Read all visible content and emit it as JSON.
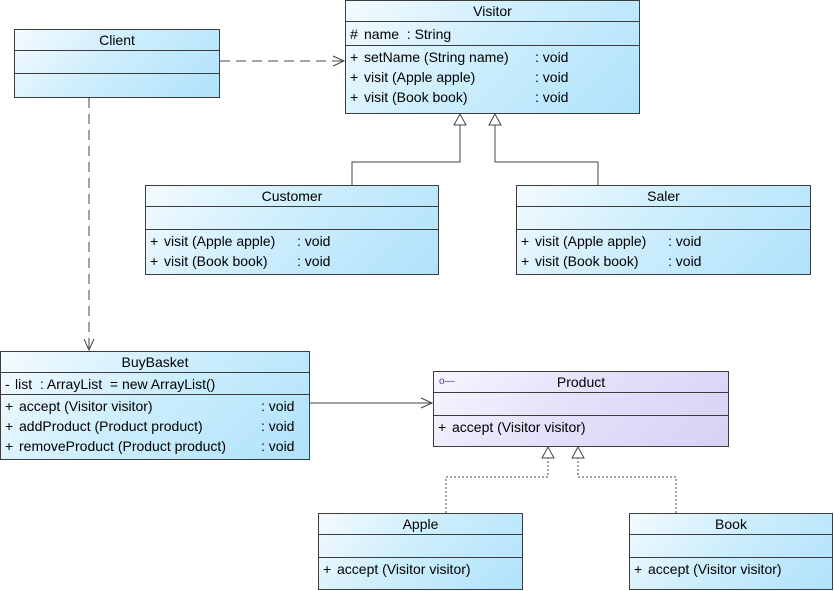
{
  "diagram": {
    "type": "UML class diagram",
    "classes": {
      "client": {
        "name": "Client",
        "attributes": [],
        "operations": []
      },
      "visitor": {
        "name": "Visitor",
        "attributes": [
          {
            "vis": "#",
            "sig": "name  : String"
          }
        ],
        "operations": [
          {
            "vis": "+",
            "sig": "setName (String name)",
            "ret": ": void"
          },
          {
            "vis": "+",
            "sig": "visit (Apple apple)",
            "ret": ": void"
          },
          {
            "vis": "+",
            "sig": "visit (Book book)",
            "ret": ": void"
          }
        ]
      },
      "customer": {
        "name": "Customer",
        "attributes": [],
        "operations": [
          {
            "vis": "+",
            "sig": "visit (Apple apple)",
            "ret": ": void"
          },
          {
            "vis": "+",
            "sig": "visit (Book book)",
            "ret": ": void"
          }
        ]
      },
      "saler": {
        "name": "Saler",
        "attributes": [],
        "operations": [
          {
            "vis": "+",
            "sig": "visit (Apple apple)",
            "ret": ": void"
          },
          {
            "vis": "+",
            "sig": "visit (Book book)",
            "ret": ": void"
          }
        ]
      },
      "buybasket": {
        "name": "BuyBasket",
        "attributes": [
          {
            "vis": "-",
            "sig": "list  : ArrayList  = new ArrayList()"
          }
        ],
        "operations": [
          {
            "vis": "+",
            "sig": "accept (Visitor visitor)",
            "ret": ": void"
          },
          {
            "vis": "+",
            "sig": "addProduct (Product product)",
            "ret": ": void"
          },
          {
            "vis": "+",
            "sig": "removeProduct (Product product)",
            "ret": ": void"
          }
        ]
      },
      "product": {
        "name": "Product",
        "stereotype_icon": "interface-lollipop-icon",
        "attributes": [],
        "operations": [
          {
            "vis": "+",
            "sig": "accept (Visitor visitor)"
          }
        ]
      },
      "apple": {
        "name": "Apple",
        "attributes": [],
        "operations": [
          {
            "vis": "+",
            "sig": "accept (Visitor visitor)"
          }
        ]
      },
      "book": {
        "name": "Book",
        "attributes": [],
        "operations": [
          {
            "vis": "+",
            "sig": "accept (Visitor visitor)"
          }
        ]
      }
    },
    "relationships": [
      {
        "from": "Client",
        "to": "Visitor",
        "kind": "dependency"
      },
      {
        "from": "Client",
        "to": "BuyBasket",
        "kind": "dependency"
      },
      {
        "from": "Customer",
        "to": "Visitor",
        "kind": "generalization"
      },
      {
        "from": "Saler",
        "to": "Visitor",
        "kind": "generalization"
      },
      {
        "from": "BuyBasket",
        "to": "Product",
        "kind": "association"
      },
      {
        "from": "Apple",
        "to": "Product",
        "kind": "realization"
      },
      {
        "from": "Book",
        "to": "Product",
        "kind": "realization"
      }
    ]
  }
}
